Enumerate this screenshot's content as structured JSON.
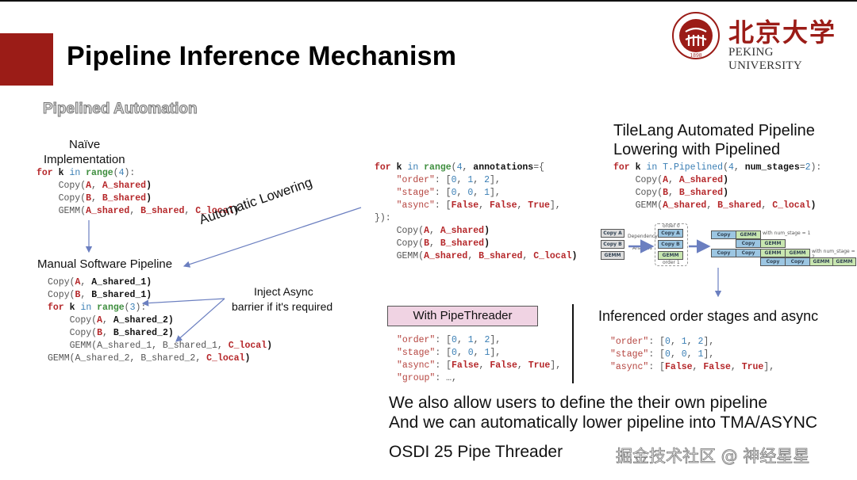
{
  "header": {
    "title": "Pipeline Inference Mechanism",
    "subtitle": "Pipelined Automation",
    "logo": {
      "chinese_name": "北京大学",
      "english_name": "PEKING UNIVERSITY",
      "seal_icon": "pku-seal-icon"
    }
  },
  "naive": {
    "label_line1": "Naïve",
    "label_line2": "Implementation",
    "code": [
      [
        {
          "t": "for",
          "c": "kw"
        },
        {
          "t": " "
        },
        {
          "t": "k",
          "c": "var"
        },
        {
          "t": " "
        },
        {
          "t": "in",
          "c": "in"
        },
        {
          "t": " "
        },
        {
          "t": "range",
          "c": "fn"
        },
        {
          "t": "("
        },
        {
          "t": "4",
          "c": "num"
        },
        {
          "t": "):"
        }
      ],
      [
        {
          "t": "    Copy("
        },
        {
          "t": "A",
          "c": "rd"
        },
        {
          "t": ", "
        },
        {
          "t": "A_shared",
          "c": "rd"
        },
        {
          "t": ")",
          "c": "var"
        }
      ],
      [
        {
          "t": "    Copy("
        },
        {
          "t": "B",
          "c": "rd"
        },
        {
          "t": ", "
        },
        {
          "t": "B_shared",
          "c": "rd"
        },
        {
          "t": ")",
          "c": "var"
        }
      ],
      [
        {
          "t": "    GEMM("
        },
        {
          "t": "A_shared",
          "c": "rd"
        },
        {
          "t": ", "
        },
        {
          "t": "B_shared",
          "c": "rd"
        },
        {
          "t": ", "
        },
        {
          "t": "C_local",
          "c": "rd"
        },
        {
          "t": ")",
          "c": "var"
        }
      ]
    ]
  },
  "manual": {
    "label": "Manual Software Pipeline",
    "code": [
      [
        {
          "t": "Copy("
        },
        {
          "t": "A",
          "c": "rd"
        },
        {
          "t": ", "
        },
        {
          "t": "A_shared_1)",
          "c": "var"
        }
      ],
      [
        {
          "t": "Copy("
        },
        {
          "t": "B",
          "c": "rd"
        },
        {
          "t": ", "
        },
        {
          "t": "B_shared_1)",
          "c": "var"
        }
      ],
      [
        {
          "t": "for",
          "c": "kw"
        },
        {
          "t": " "
        },
        {
          "t": "k",
          "c": "var"
        },
        {
          "t": " "
        },
        {
          "t": "in",
          "c": "in"
        },
        {
          "t": " "
        },
        {
          "t": "range",
          "c": "fn"
        },
        {
          "t": "("
        },
        {
          "t": "3",
          "c": "num"
        },
        {
          "t": "):"
        }
      ],
      [
        {
          "t": "    Copy("
        },
        {
          "t": "A",
          "c": "rd"
        },
        {
          "t": ", "
        },
        {
          "t": "A_shared_2)",
          "c": "var"
        }
      ],
      [
        {
          "t": "    Copy("
        },
        {
          "t": "B",
          "c": "rd"
        },
        {
          "t": ", "
        },
        {
          "t": "B_shared_2)",
          "c": "var"
        }
      ],
      [
        {
          "t": "    GEMM(A_shared_1, B_shared_1, "
        },
        {
          "t": "C_local",
          "c": "rd"
        },
        {
          "t": ")",
          "c": "var"
        }
      ],
      [
        {
          "t": "GEMM(A_shared_2, B_shared_2, "
        },
        {
          "t": "C_local",
          "c": "rd"
        },
        {
          "t": ")",
          "c": "var"
        }
      ]
    ]
  },
  "annotations": {
    "automatic_lowering": "Automatic Lowering",
    "inject_line1": "Inject Async",
    "inject_line2": "barrier if it's required"
  },
  "annotated_loop": {
    "code": [
      [
        {
          "t": "for",
          "c": "kw"
        },
        {
          "t": " "
        },
        {
          "t": "k",
          "c": "var"
        },
        {
          "t": " "
        },
        {
          "t": "in",
          "c": "in"
        },
        {
          "t": " "
        },
        {
          "t": "range",
          "c": "fn"
        },
        {
          "t": "("
        },
        {
          "t": "4",
          "c": "num"
        },
        {
          "t": ", "
        },
        {
          "t": "annotations",
          "c": "var"
        },
        {
          "t": "={"
        }
      ],
      [
        {
          "t": "    "
        },
        {
          "t": "\"order\"",
          "c": "str"
        },
        {
          "t": ": ["
        },
        {
          "t": "0",
          "c": "num"
        },
        {
          "t": ", "
        },
        {
          "t": "1",
          "c": "num"
        },
        {
          "t": ", "
        },
        {
          "t": "2",
          "c": "num"
        },
        {
          "t": "],"
        }
      ],
      [
        {
          "t": "    "
        },
        {
          "t": "\"stage\"",
          "c": "str"
        },
        {
          "t": ": ["
        },
        {
          "t": "0",
          "c": "num"
        },
        {
          "t": ", "
        },
        {
          "t": "0",
          "c": "num"
        },
        {
          "t": ", "
        },
        {
          "t": "1",
          "c": "num"
        },
        {
          "t": "],"
        }
      ],
      [
        {
          "t": "    "
        },
        {
          "t": "\"async\"",
          "c": "str"
        },
        {
          "t": ": ["
        },
        {
          "t": "False",
          "c": "rd"
        },
        {
          "t": ", "
        },
        {
          "t": "False",
          "c": "rd"
        },
        {
          "t": ", "
        },
        {
          "t": "True",
          "c": "rd"
        },
        {
          "t": "],"
        }
      ],
      [
        {
          "t": "}):"
        }
      ],
      [
        {
          "t": "    Copy("
        },
        {
          "t": "A",
          "c": "rd"
        },
        {
          "t": ", "
        },
        {
          "t": "A_shared",
          "c": "rd"
        },
        {
          "t": ")",
          "c": "var"
        }
      ],
      [
        {
          "t": "    Copy("
        },
        {
          "t": "B",
          "c": "rd"
        },
        {
          "t": ", "
        },
        {
          "t": "B_shared",
          "c": "rd"
        },
        {
          "t": ")",
          "c": "var"
        }
      ],
      [
        {
          "t": "    GEMM("
        },
        {
          "t": "A_shared",
          "c": "rd"
        },
        {
          "t": ", "
        },
        {
          "t": "B_shared",
          "c": "rd"
        },
        {
          "t": ", "
        },
        {
          "t": "C_local",
          "c": "rd"
        },
        {
          "t": ")",
          "c": "var"
        }
      ]
    ]
  },
  "tilelang": {
    "title_line1": "TileLang Automated Pipeline",
    "title_line2": "Lowering with Pipelined",
    "code": [
      [
        {
          "t": "for",
          "c": "kw"
        },
        {
          "t": " "
        },
        {
          "t": "k",
          "c": "var"
        },
        {
          "t": " "
        },
        {
          "t": "in",
          "c": "in"
        },
        {
          "t": " "
        },
        {
          "t": "T.Pipelined",
          "c": "in"
        },
        {
          "t": "("
        },
        {
          "t": "4",
          "c": "num"
        },
        {
          "t": ", "
        },
        {
          "t": "num_stages",
          "c": "var"
        },
        {
          "t": "="
        },
        {
          "t": "2",
          "c": "num"
        },
        {
          "t": "):"
        }
      ],
      [
        {
          "t": "    Copy("
        },
        {
          "t": "A",
          "c": "rd"
        },
        {
          "t": ", "
        },
        {
          "t": "A_shared",
          "c": "rd"
        },
        {
          "t": ")",
          "c": "var"
        }
      ],
      [
        {
          "t": "    Copy("
        },
        {
          "t": "B",
          "c": "rd"
        },
        {
          "t": ", "
        },
        {
          "t": "B_shared",
          "c": "rd"
        },
        {
          "t": ")",
          "c": "var"
        }
      ],
      [
        {
          "t": "    GEMM("
        },
        {
          "t": "A_shared",
          "c": "rd"
        },
        {
          "t": ", "
        },
        {
          "t": "B_shared",
          "c": "rd"
        },
        {
          "t": ", "
        },
        {
          "t": "C_local",
          "c": "rd"
        },
        {
          "t": ")",
          "c": "var"
        }
      ]
    ]
  },
  "diagram": {
    "inputs": [
      "Copy A",
      "Copy B",
      "GEMM"
    ],
    "dependency_label_line1": "Dependency",
    "dependency_label_line2": "Analysis",
    "order0_label": "order 0",
    "order1_label": "order 1",
    "grouped": [
      "Copy A",
      "Copy B",
      "GEMM"
    ],
    "copy": "Copy",
    "gemm": "GEMM",
    "stage1_label": "with num_stage = 1",
    "stage2_label": "with num_stage = 2"
  },
  "pipethreader": {
    "label": "With PipeThreader",
    "code": [
      [
        {
          "t": "\"order\"",
          "c": "str"
        },
        {
          "t": ": ["
        },
        {
          "t": "0",
          "c": "num"
        },
        {
          "t": ", "
        },
        {
          "t": "1",
          "c": "num"
        },
        {
          "t": ", "
        },
        {
          "t": "2",
          "c": "num"
        },
        {
          "t": "],"
        }
      ],
      [
        {
          "t": "\"stage\"",
          "c": "str"
        },
        {
          "t": ": ["
        },
        {
          "t": "0",
          "c": "num"
        },
        {
          "t": ", "
        },
        {
          "t": "0",
          "c": "num"
        },
        {
          "t": ", "
        },
        {
          "t": "1",
          "c": "num"
        },
        {
          "t": "],"
        }
      ],
      [
        {
          "t": "\"async\"",
          "c": "str"
        },
        {
          "t": ": ["
        },
        {
          "t": "False",
          "c": "rd"
        },
        {
          "t": ", "
        },
        {
          "t": "False",
          "c": "rd"
        },
        {
          "t": ", "
        },
        {
          "t": "True",
          "c": "rd"
        },
        {
          "t": "],"
        }
      ],
      [
        {
          "t": "\"group\"",
          "c": "str"
        },
        {
          "t": ": …,"
        }
      ]
    ]
  },
  "inferenced": {
    "label": "Inferenced order stages and async",
    "code": [
      [
        {
          "t": "\"order\"",
          "c": "str"
        },
        {
          "t": ": ["
        },
        {
          "t": "0",
          "c": "num"
        },
        {
          "t": ", "
        },
        {
          "t": "1",
          "c": "num"
        },
        {
          "t": ", "
        },
        {
          "t": "2",
          "c": "num"
        },
        {
          "t": "],"
        }
      ],
      [
        {
          "t": "\"stage\"",
          "c": "str"
        },
        {
          "t": ": ["
        },
        {
          "t": "0",
          "c": "num"
        },
        {
          "t": ", "
        },
        {
          "t": "0",
          "c": "num"
        },
        {
          "t": ", "
        },
        {
          "t": "1",
          "c": "num"
        },
        {
          "t": "],"
        }
      ],
      [
        {
          "t": "\"async\"",
          "c": "str"
        },
        {
          "t": ": ["
        },
        {
          "t": "False",
          "c": "rd"
        },
        {
          "t": ", "
        },
        {
          "t": "False",
          "c": "rd"
        },
        {
          "t": ", "
        },
        {
          "t": "True",
          "c": "rd"
        },
        {
          "t": "],"
        }
      ]
    ]
  },
  "footer": {
    "line1": "We also allow users to define the their own pipeline",
    "line2": "And we can automatically lower pipeline into TMA/ASYNC",
    "line3": "OSDI 25 Pipe Threader",
    "watermark": "掘金技术社区 @ 神经星星"
  },
  "colors": {
    "accent_red": "#9b1c17",
    "keyword_red": "#b5272a",
    "number_blue": "#3b7fb5",
    "range_green": "#3e8e3e",
    "arrow_blue": "#6b7fc0",
    "pipethreader_bg": "#f0d3e3"
  }
}
